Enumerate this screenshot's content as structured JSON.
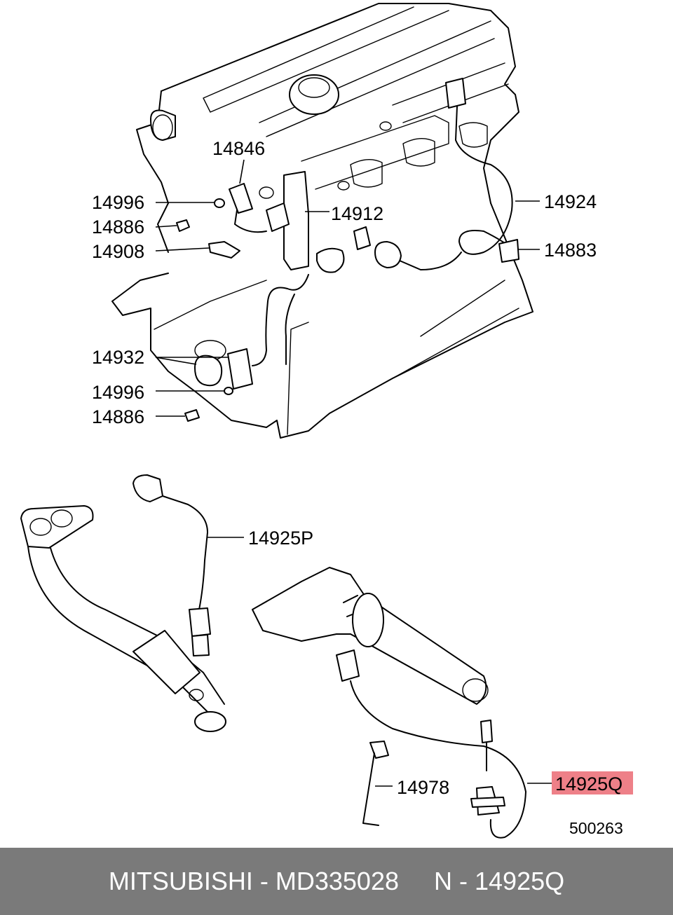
{
  "colors": {
    "highlight": "#ee8088",
    "footer_bg": "#7a7a7a",
    "footer_text": "#ffffff",
    "line": "#000000"
  },
  "labels": {
    "p14846": "14846",
    "p14996a": "14996",
    "p14886a": "14886",
    "p14908": "14908",
    "p14912": "14912",
    "p14924": "14924",
    "p14883": "14883",
    "p14932": "14932",
    "p14996b": "14996",
    "p14886b": "14886",
    "p14925p": "14925P",
    "p14978": "14978",
    "p14925q": "14925Q"
  },
  "ref_number": "500263",
  "footer": {
    "brand": "MITSUBISHI",
    "part_number": "MD335028",
    "position": "N - 14925Q"
  }
}
